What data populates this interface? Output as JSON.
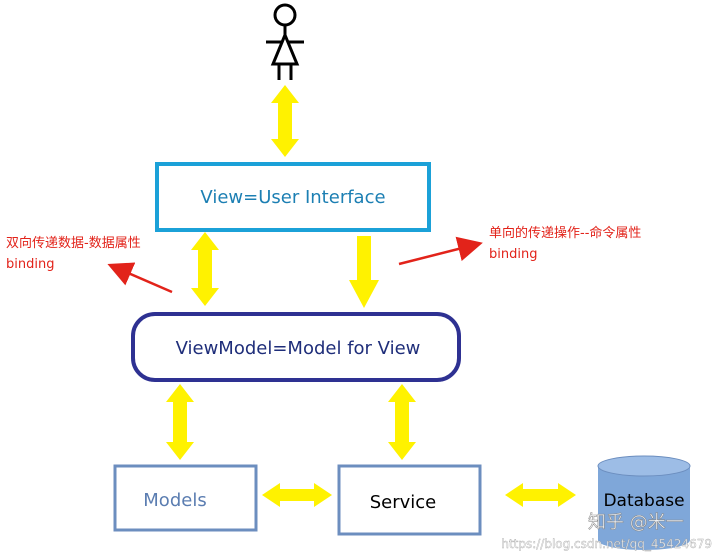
{
  "nodes": {
    "view": "View=User Interface",
    "viewmodel": "ViewModel=Model for View",
    "models": "Models",
    "service": "Service",
    "database": "Database"
  },
  "annotations": {
    "left_line1": "双向传递数据-数据属性",
    "left_line2": "binding",
    "right_line1": "单向的传递操作--命令属性",
    "right_line2": "binding"
  },
  "watermark": {
    "zhihu": "知乎 @米一",
    "url": "https://blog.csdn.net/qq_45424679"
  },
  "colors": {
    "arrow_yellow": "#FFF200",
    "view_border": "#1BA1D8",
    "view_text": "#1C7FB3",
    "viewmodel_border": "#2E3192",
    "viewmodel_text": "#1F2E7A",
    "models_border": "#6C8EBF",
    "models_text": "#5B7DB1",
    "service_border": "#6C8EBF",
    "database_fill": "#7FA7D9",
    "annotation_red": "#E2231A"
  }
}
